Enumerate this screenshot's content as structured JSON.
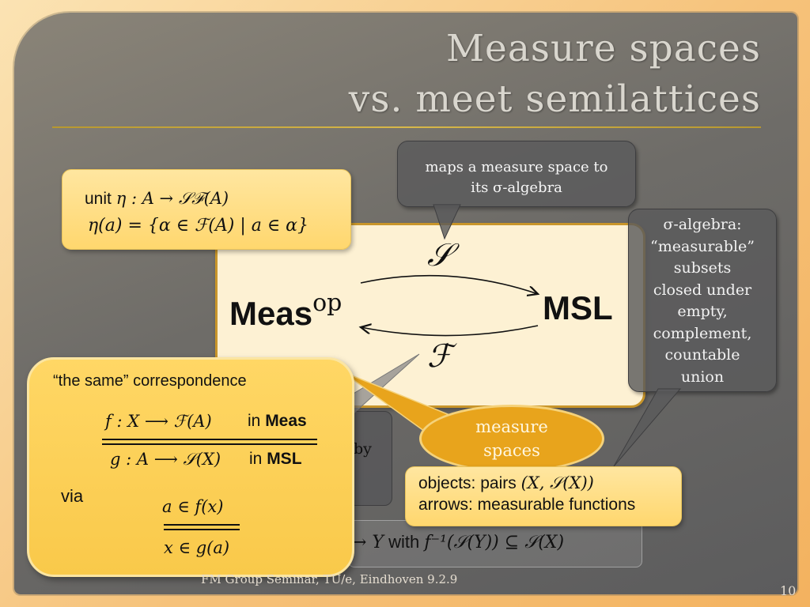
{
  "title": {
    "line1": "Measure spaces",
    "line2": "vs. meet semilattices"
  },
  "diagram": {
    "left_label": "Meas",
    "left_sup": "op",
    "right_label": "MSL",
    "top_functor": "𝒮",
    "bottom_functor": "ℱ"
  },
  "callout_top": {
    "line1": "maps a measure space to",
    "line2": "its σ-algebra"
  },
  "callout_right": {
    "lines": [
      "σ-algebra:",
      "“measurable”",
      "subsets",
      "closed under",
      "empty,",
      "complement,",
      "countable",
      "union"
    ]
  },
  "unit_box": {
    "line1_prefix": "unit ",
    "line1_math": "η : A → 𝒮ℱ(A)",
    "line2_math": "η(a) = {α ∈ ℱ(A) | a ∈ α}"
  },
  "objects_box": {
    "line1_text": "objects: pairs ",
    "line1_math": "(X, 𝒮(X))",
    "line2": "arrows: measurable functions"
  },
  "partial_behind": {
    "by": "by",
    "line_math1": "→ Y",
    "line_text": " with ",
    "line_math2": "f⁻¹(𝒮(Y)) ⊆ 𝒮(X)"
  },
  "same_box": {
    "title": "“the same” correspondence",
    "rule1_math": "f : X ⟶ ℱ(A)",
    "rule1_tag_prefix": "in ",
    "rule1_tag_bold": "Meas",
    "rule2_math": "g : A ⟶ 𝒮(X)",
    "rule2_tag_prefix": "in ",
    "rule2_tag_bold": "MSL",
    "via": "via",
    "rule3_top": "a ∈ f(x)",
    "rule3_bottom": "x ∈ g(a)"
  },
  "ellipse": {
    "line1": "measure",
    "line2": "spaces"
  },
  "footer": "FM Group Seminar, TU/e, Eindhoven 9.2.9",
  "page_number": "10"
}
